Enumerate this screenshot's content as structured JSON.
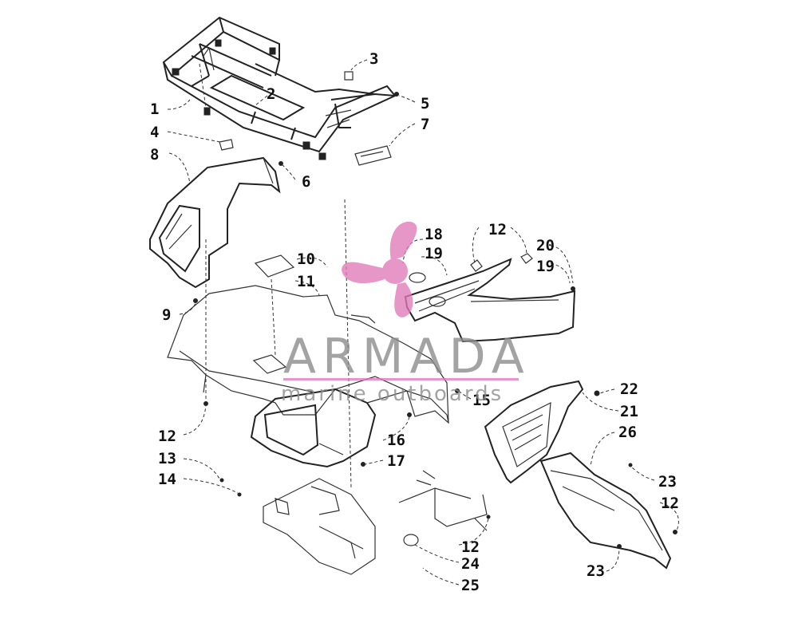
{
  "diagram": {
    "callouts": [
      {
        "id": "c1",
        "label": "1"
      },
      {
        "id": "c2",
        "label": "2"
      },
      {
        "id": "c3",
        "label": "3"
      },
      {
        "id": "c4",
        "label": "4"
      },
      {
        "id": "c5",
        "label": "5"
      },
      {
        "id": "c6",
        "label": "6"
      },
      {
        "id": "c7",
        "label": "7"
      },
      {
        "id": "c8",
        "label": "8"
      },
      {
        "id": "c9",
        "label": "9"
      },
      {
        "id": "c10",
        "label": "10"
      },
      {
        "id": "c11",
        "label": "11"
      },
      {
        "id": "c12a",
        "label": "12"
      },
      {
        "id": "c12b",
        "label": "12"
      },
      {
        "id": "c12c",
        "label": "12"
      },
      {
        "id": "c12d",
        "label": "12"
      },
      {
        "id": "c13",
        "label": "13"
      },
      {
        "id": "c14",
        "label": "14"
      },
      {
        "id": "c15",
        "label": "15"
      },
      {
        "id": "c16",
        "label": "16"
      },
      {
        "id": "c17",
        "label": "17"
      },
      {
        "id": "c18",
        "label": "18"
      },
      {
        "id": "c19a",
        "label": "19"
      },
      {
        "id": "c19b",
        "label": "19"
      },
      {
        "id": "c20",
        "label": "20"
      },
      {
        "id": "c21",
        "label": "21"
      },
      {
        "id": "c22",
        "label": "22"
      },
      {
        "id": "c23a",
        "label": "23"
      },
      {
        "id": "c23b",
        "label": "23"
      },
      {
        "id": "c24",
        "label": "24"
      },
      {
        "id": "c25",
        "label": "25"
      },
      {
        "id": "c26",
        "label": "26"
      }
    ]
  },
  "watermark": {
    "title": "ARMADA",
    "subtitle": "marine outboards",
    "title_color": "#8a8a8a",
    "accent_color": "#e07ab8"
  }
}
